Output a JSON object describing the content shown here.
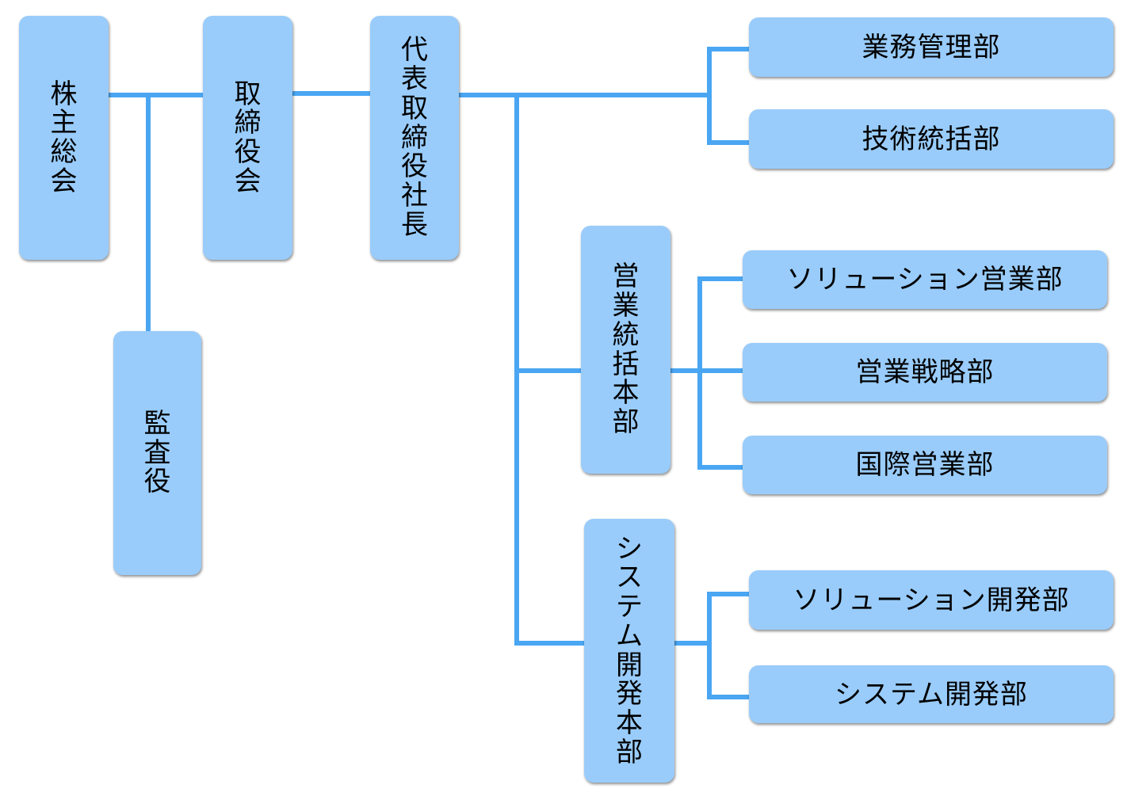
{
  "org_chart": {
    "shareholders": "株主総会",
    "auditor": "監査役",
    "board": "取締役会",
    "president": "代表取締役社長",
    "business_admin": "業務管理部",
    "tech_supervision": "技術統括部",
    "sales_hq": "営業統括本部",
    "solution_sales": "ソリューション営業部",
    "sales_strategy": "営業戦略部",
    "intl_sales": "国際営業部",
    "sysdev_hq": "システム開発本部",
    "solution_dev": "ソリューション開発部",
    "system_dev": "システム開発部"
  },
  "colors": {
    "box_fill": "#99ccfb",
    "connector": "#4aa6f2"
  }
}
